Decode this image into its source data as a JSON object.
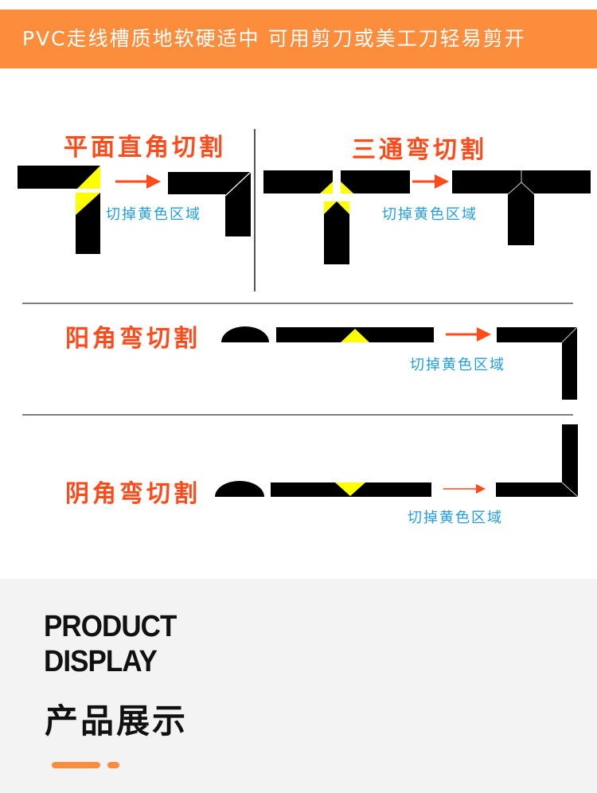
{
  "banner": {
    "text": "PVC走线槽质地软硬适中 可用剪刀或美工刀轻易剪开"
  },
  "sections": [
    {
      "title": "平面直角切割",
      "note": "切掉黄色区域"
    },
    {
      "title": "三通弯切割",
      "note": "切掉黄色区域"
    },
    {
      "title": "阳角弯切割",
      "note": "切掉黄色区域"
    },
    {
      "title": "阴角弯切割",
      "note": "切掉黄色区域"
    }
  ],
  "display": {
    "line1": "PRODUCT",
    "line2": "DISPLAY",
    "cn": "产品展示"
  },
  "colors": {
    "accent": "#fb8d3d",
    "title": "#ff4a1a",
    "note": "#1f9de2",
    "cut": "#ffff00"
  }
}
